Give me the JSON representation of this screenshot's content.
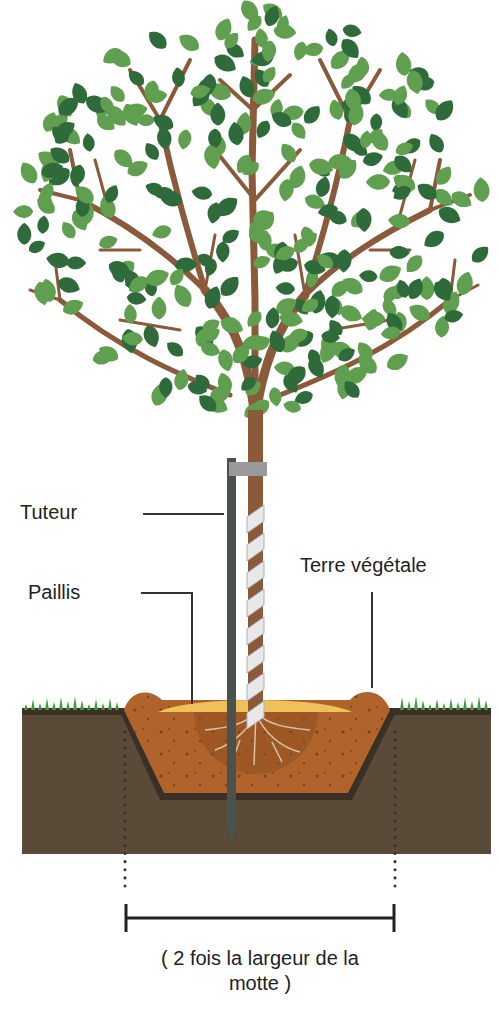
{
  "diagram": {
    "labels": [
      "Tuteur",
      "Paillis",
      "Terre végétale",
      "( 2 fois la largeur de la motte )"
    ]
  }
}
